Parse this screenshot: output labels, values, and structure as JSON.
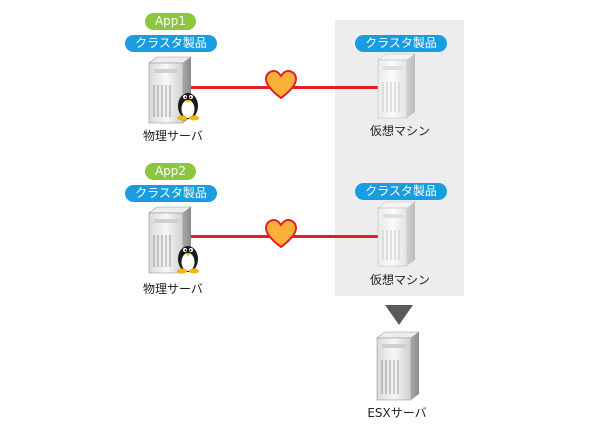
{
  "groups": [
    {
      "app_label": "App1",
      "cluster_label_physical": "クラスタ製品",
      "physical_label": "物理サーバ",
      "cluster_label_vm": "クラスタ製品",
      "vm_label": "仮想マシン"
    },
    {
      "app_label": "App2",
      "cluster_label_physical": "クラスタ製品",
      "physical_label": "物理サーバ",
      "cluster_label_vm": "クラスタ製品",
      "vm_label": "仮想マシン"
    }
  ],
  "esx": {
    "label": "ESXサーバ"
  },
  "colors": {
    "app_badge": "#8cc63f",
    "cluster_badge": "#1a9de0",
    "heartbeat_line": "#e31e24",
    "heart_fill": "#fbb03b",
    "vm_panel": "#ededed",
    "arrow": "#5a5a5a"
  }
}
